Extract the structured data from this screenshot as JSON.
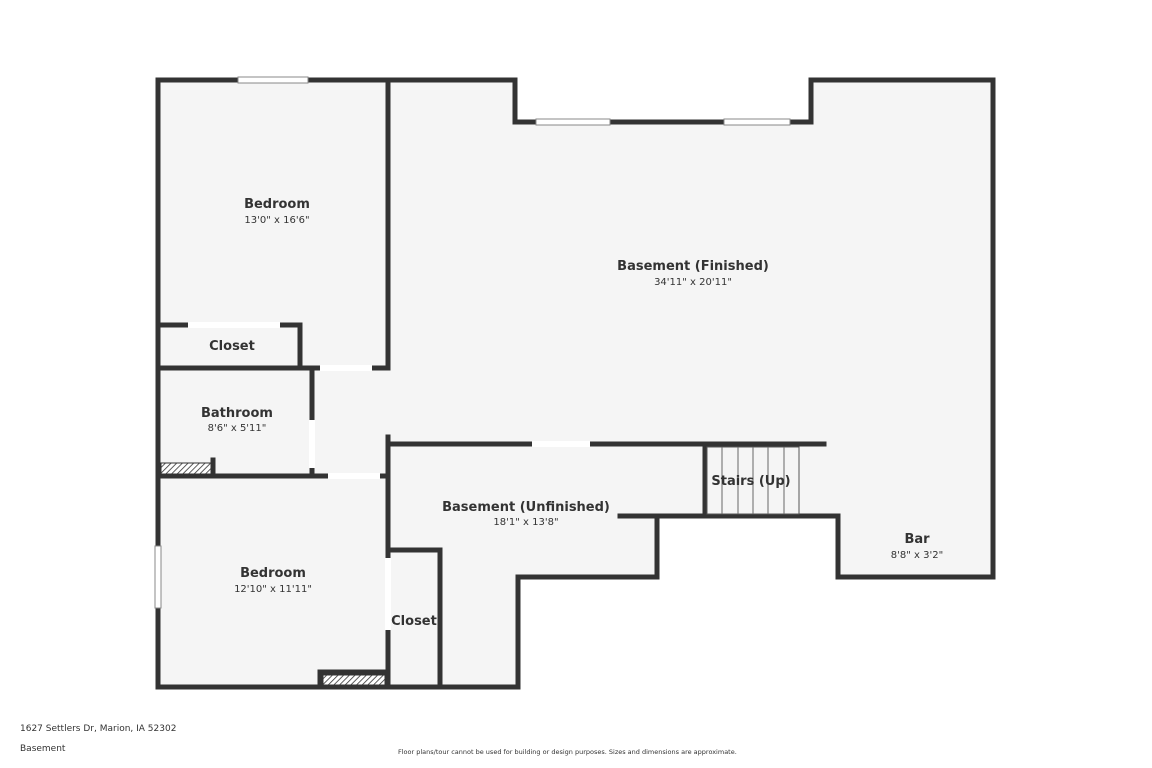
{
  "colors": {
    "wall": "#333333",
    "floor": "#f5f5f5",
    "opening": "#ffffff",
    "text": "#333333"
  },
  "rooms": {
    "bedroom_top": {
      "name": "Bedroom",
      "dims": "13'0\" x 16'6\""
    },
    "basement_finished": {
      "name": "Basement (Finished)",
      "dims": "34'11\" x 20'11\""
    },
    "closet_top": {
      "name": "Closet"
    },
    "bathroom": {
      "name": "Bathroom",
      "dims": "8'6\" x 5'11\""
    },
    "basement_unfinished": {
      "name": "Basement (Unfinished)",
      "dims": "18'1\" x 13'8\""
    },
    "stairs": {
      "name": "Stairs (Up)"
    },
    "bar": {
      "name": "Bar",
      "dims": "8'8\" x 3'2\""
    },
    "bedroom_bottom": {
      "name": "Bedroom",
      "dims": "12'10\" x 11'11\""
    },
    "closet_bottom": {
      "name": "Closet"
    }
  },
  "footer": {
    "address": "1627 Settlers Dr, Marion, IA 52302",
    "level": "Basement",
    "disclaimer": "Floor plans/tour cannot be used for building or design purposes. Sizes and dimensions are approximate."
  }
}
